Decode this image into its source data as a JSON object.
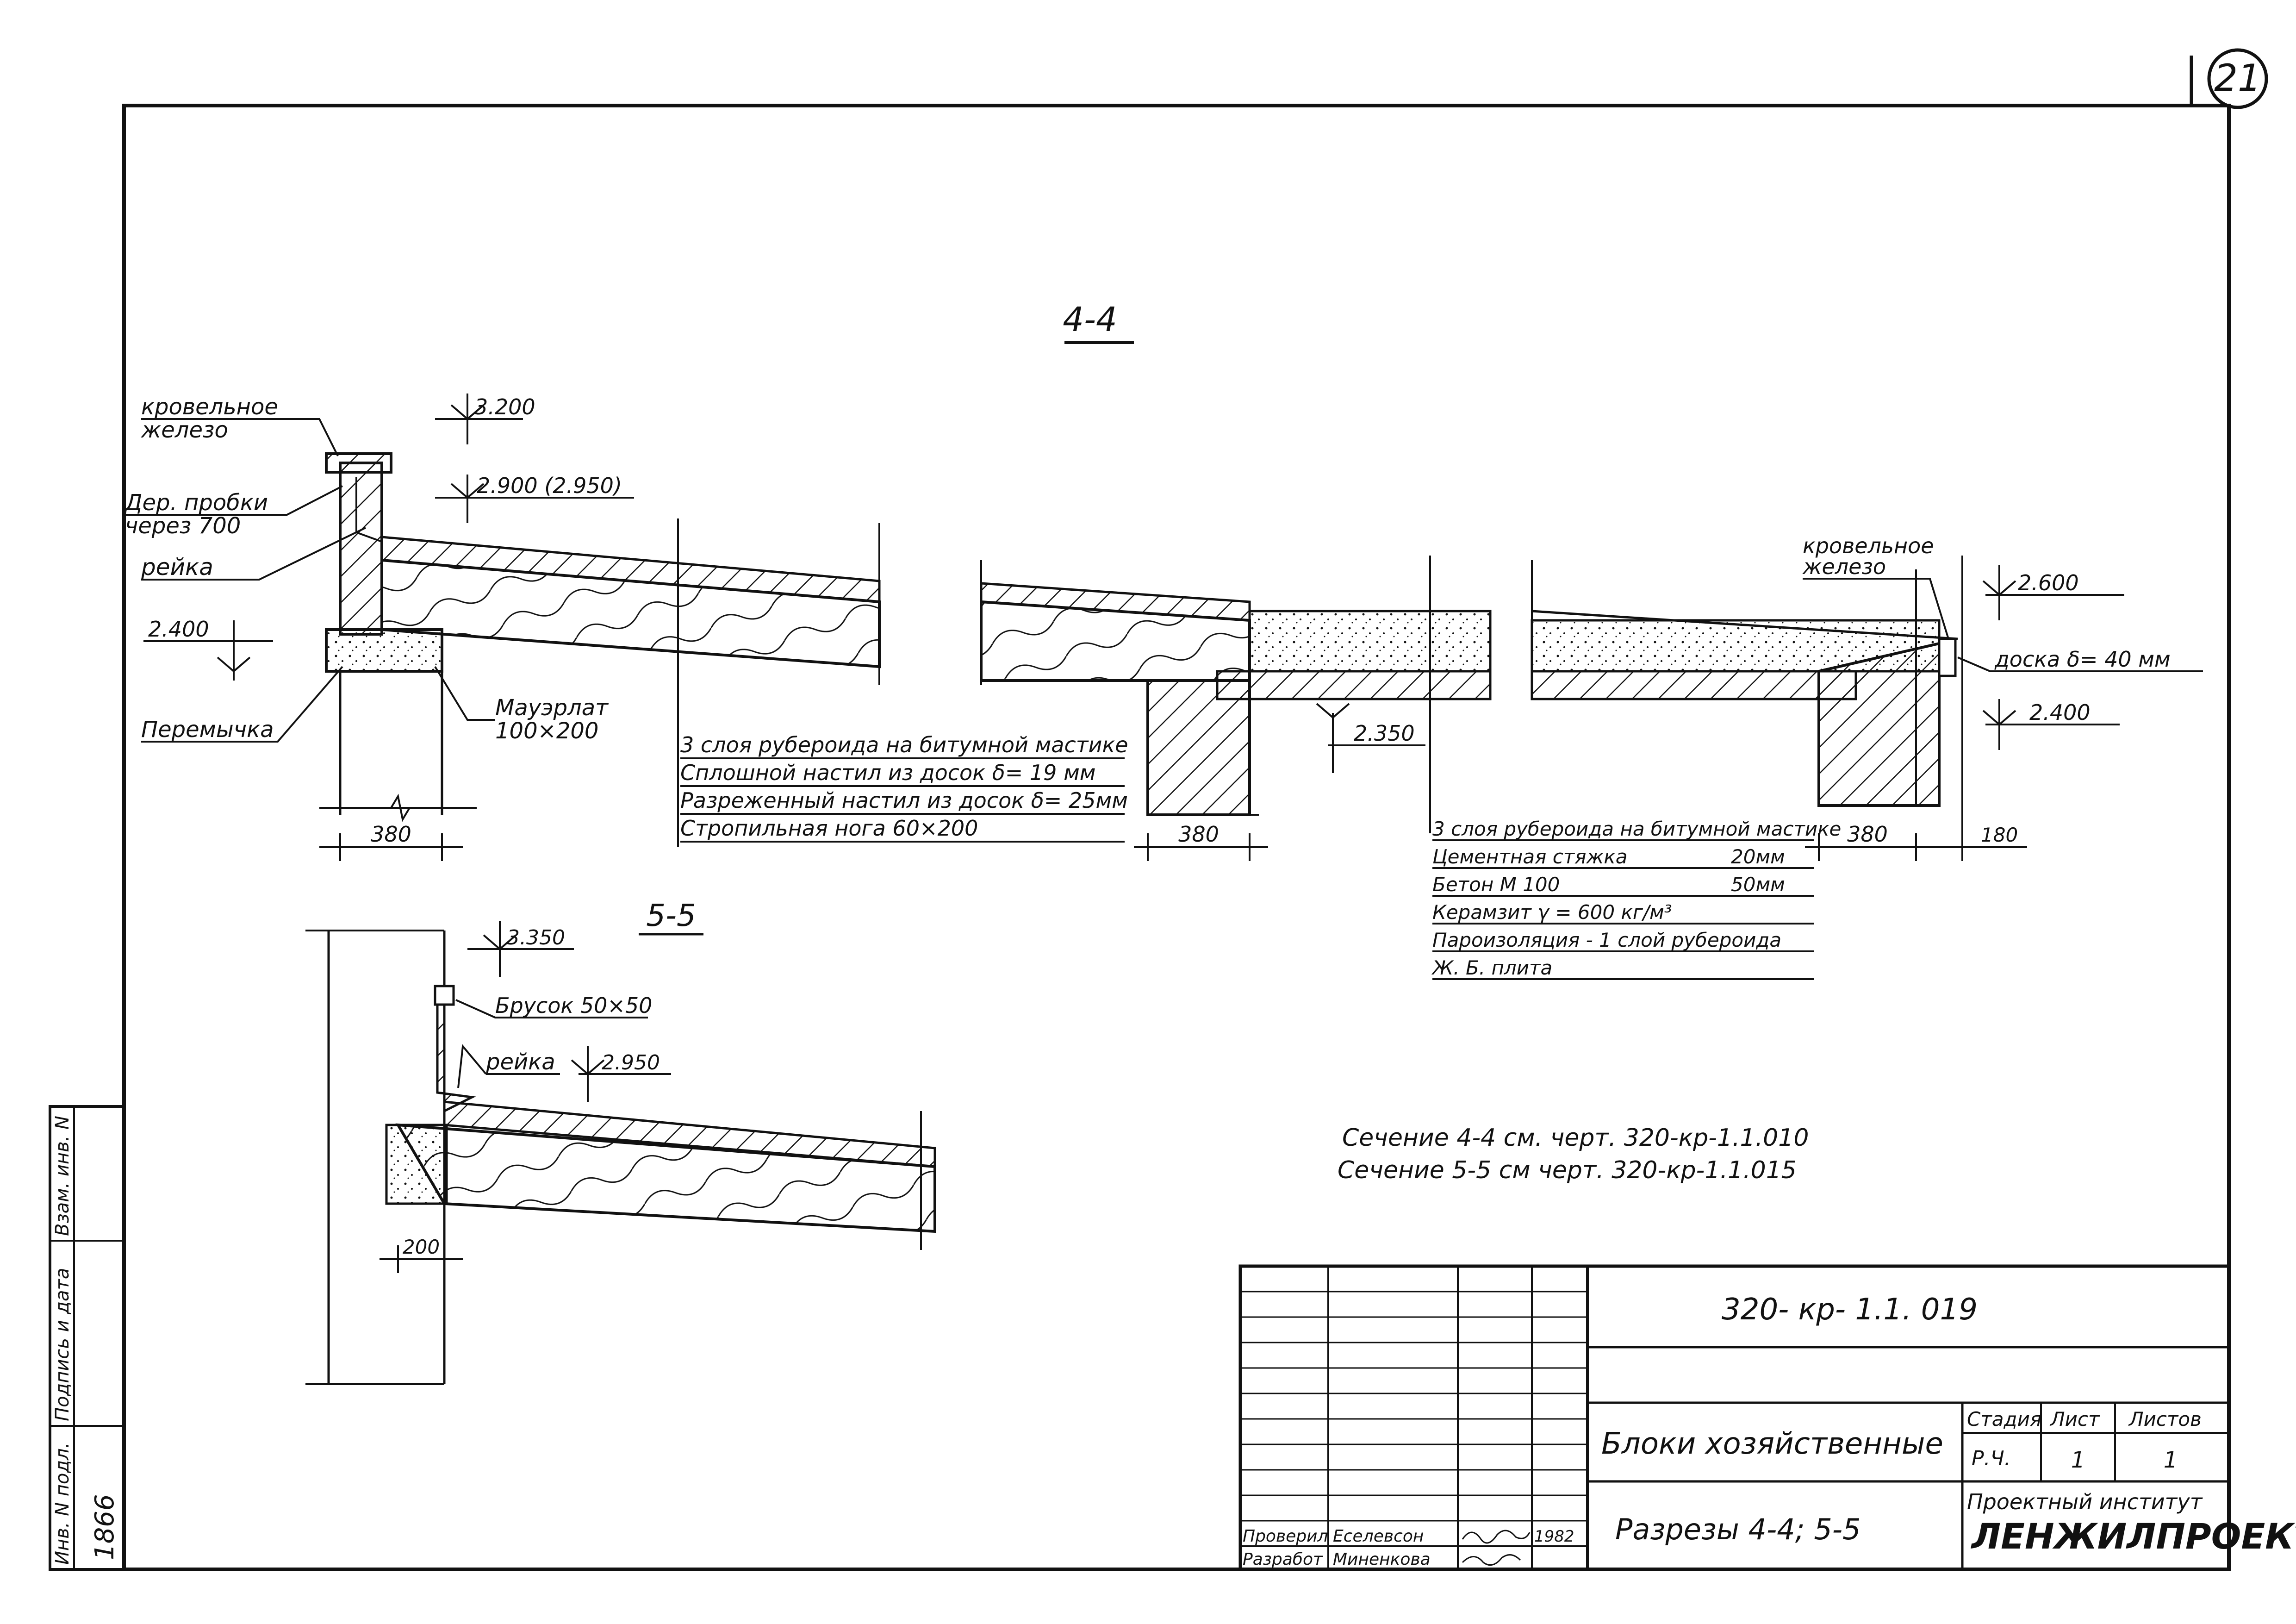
{
  "sheet_number": "21",
  "section_4_4": {
    "title": "4-4",
    "labels": {
      "roof_iron": [
        "кровельное",
        "железо"
      ],
      "wood_plugs": [
        "Дер. пробки",
        "через 700"
      ],
      "batten": "рейка",
      "lintel": "Перемычка",
      "wall_plate": [
        "Мауэрлат",
        "100×200"
      ],
      "roof_iron_right": [
        "кровельное",
        "железо"
      ],
      "board": "доска δ= 40 мм"
    },
    "elevations": [
      "3.200",
      "2.900 (2.950)",
      "2.400",
      "2.350",
      "2.600",
      "2.400"
    ],
    "dims": [
      "380",
      "380",
      "380",
      "180"
    ],
    "layers_timber": [
      "3 слоя рубероида на битумной мастике",
      "Сплошной настил из досок δ= 19 мм",
      "Разреженный настил из досок δ= 25мм",
      "Стропильная нога 60×200"
    ],
    "layers_concrete": [
      {
        "name": "3 слоя рубероида на битумной мастике",
        "value": ""
      },
      {
        "name": "Цементная стяжка",
        "value": "20мм"
      },
      {
        "name": "Бетон   М 100",
        "value": "50мм"
      },
      {
        "name": "Керамзит    γ = 600 кг/м³",
        "value": ""
      },
      {
        "name": "Пароизоляция - 1 слой рубероида",
        "value": ""
      },
      {
        "name": "Ж. Б.   плита",
        "value": ""
      }
    ]
  },
  "section_5_5": {
    "title": "5-5",
    "labels": {
      "bar": "Брусок 50×50",
      "batten": "рейка"
    },
    "elevations": [
      "3.350",
      "2.950"
    ],
    "dims": [
      "200"
    ]
  },
  "notes": [
    "Сечение  4-4  см.  черт.          320-кр-1.1.010",
    "Сечение  5-5  см   черт. 320-кр-1.1.015"
  ],
  "side_stamp": {
    "cols": [
      "Инв. N подл.",
      "Подпись и дата",
      "Взам. инв. N"
    ],
    "inv_value": "1866"
  },
  "title_block": {
    "code": "320-  кр-  1.1. 019",
    "name": "Блоки  хозяйственные",
    "subtitle": "Разрезы  4-4;   5-5",
    "stage_header": "Стадия",
    "sheet_header": "Лист",
    "sheets_header": "Листов",
    "stage": "Р.Ч.",
    "sheet": "1",
    "sheets": "1",
    "institute": "Проектный институт",
    "institute_logo": "ЛЕНЖИЛПРОЕКТ",
    "rows": [
      {
        "role": "Проверил",
        "name": "Еселевсон",
        "sign": "",
        "date": "1982"
      },
      {
        "role": "Разработ",
        "name": "Миненкова",
        "sign": "",
        "date": ""
      }
    ]
  }
}
